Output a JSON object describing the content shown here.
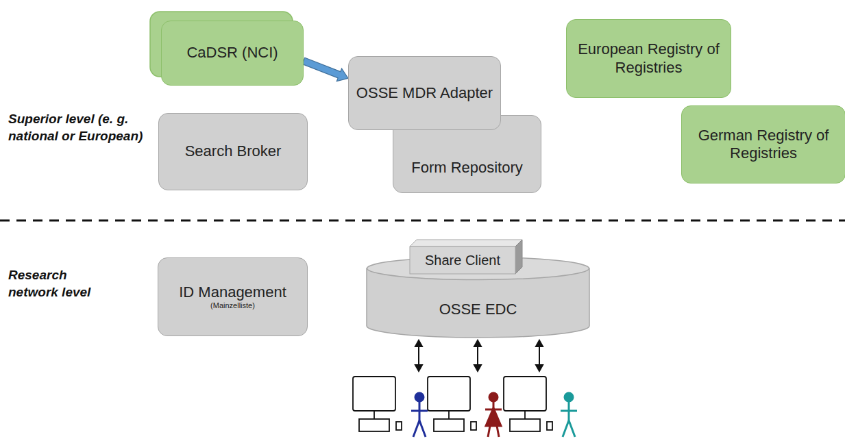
{
  "diagram": {
    "nodes": [
      {
        "text": [
          "CaDSR (NCI)"
        ]
      },
      {
        "text": [
          "OSSE MDR Adapter"
        ]
      },
      {
        "text": [
          "Form Repository"
        ]
      },
      {
        "text": [
          "Search Broker"
        ]
      },
      {
        "text": [
          "European Registry of Registries"
        ]
      },
      {
        "text": [
          "German Registry of Registries"
        ]
      },
      {
        "text": [
          "ID Management",
          "(Mainzelliste)"
        ]
      },
      {
        "text": [
          "Share Client"
        ]
      },
      {
        "text": [
          "OSSE EDC"
        ]
      }
    ],
    "edges": [
      {
        "from": 0,
        "to": 1,
        "arrow": "to"
      }
    ],
    "labels": [
      "Superior level (e. g. national or European)",
      "Research network level"
    ]
  }
}
